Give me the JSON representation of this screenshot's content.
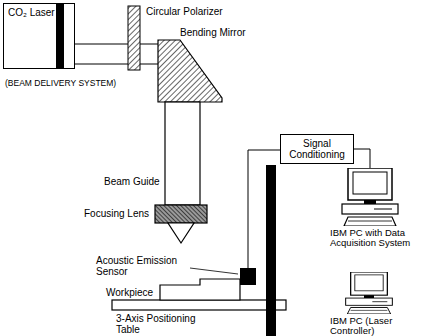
{
  "diagram": {
    "nodes": [
      {
        "text": [
          "CO₂ Laser"
        ]
      },
      {
        "text": [
          "Signal Conditioning"
        ]
      },
      {
        "text": [
          "IBM PC with Data Acquisition System"
        ]
      },
      {
        "text": [
          "IBM PC (Laser Controller)"
        ]
      }
    ],
    "edges": [
      {
        "from": 1,
        "to": 2,
        "arrow": "none"
      }
    ],
    "labels": [
      "(BEAM DELIVERY SYSTEM)",
      "Circular Polarizer",
      "Bending Mirror",
      "Beam Guide",
      "Focusing Lens",
      "Acoustic Emission Sensor",
      "Workpiece",
      "3-Axis Positioning Table"
    ]
  }
}
